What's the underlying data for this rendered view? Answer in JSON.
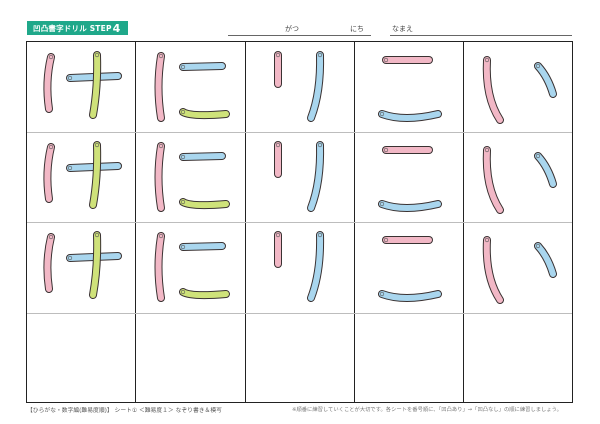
{
  "header": {
    "badge_text": "凹凸書字ドリル  STEP",
    "badge_step": "4",
    "month_label": "がつ",
    "day_label": "にち",
    "name_label": "なまえ"
  },
  "colors": {
    "badge_bg": "#1fa88a",
    "stroke_pink": "#f2b8c6",
    "stroke_blue": "#a9d6ee",
    "stroke_green": "#cfe27a",
    "stroke_outline": "#3a3232",
    "grid_line": "#222222",
    "row_divider": "#bdbdbd"
  },
  "grid": {
    "columns": 5,
    "rows": 4,
    "characters": [
      "け",
      "に",
      "り",
      "こ",
      "い"
    ],
    "traced_rows": 3,
    "empty_rows": 1
  },
  "characters": [
    {
      "char": "け",
      "strokes": [
        {
          "n": 1,
          "color": "pink"
        },
        {
          "n": 2,
          "color": "blue"
        },
        {
          "n": 3,
          "color": "green"
        }
      ]
    },
    {
      "char": "に",
      "strokes": [
        {
          "n": 1,
          "color": "pink"
        },
        {
          "n": 2,
          "color": "blue"
        },
        {
          "n": 3,
          "color": "green"
        }
      ]
    },
    {
      "char": "り",
      "strokes": [
        {
          "n": 1,
          "color": "pink"
        },
        {
          "n": 2,
          "color": "blue"
        }
      ]
    },
    {
      "char": "こ",
      "strokes": [
        {
          "n": 1,
          "color": "pink"
        },
        {
          "n": 2,
          "color": "blue"
        }
      ]
    },
    {
      "char": "い",
      "strokes": [
        {
          "n": 1,
          "color": "pink"
        },
        {
          "n": 2,
          "color": "blue"
        }
      ]
    }
  ],
  "footer": {
    "left": "【ひらがな・数字編(難易度順)】 シート① ＜難易度１＞ なぞり書き＆模写",
    "right": "※順番に練習していくことが大切です。各シートを番号順に、「凹凸あり」→「凹凸なし」の順に練習しましょう。"
  }
}
